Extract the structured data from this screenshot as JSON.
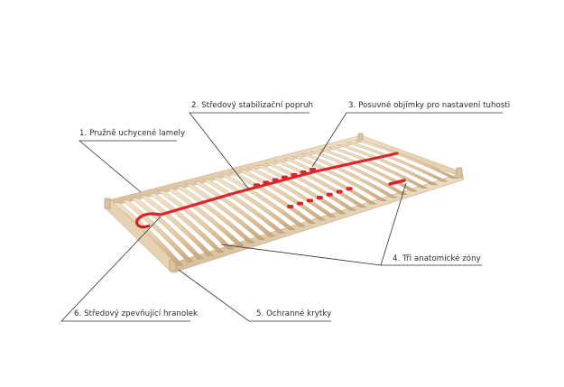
{
  "diagram": {
    "subject": "slatted bed base (lamelový rošt)",
    "colors": {
      "background": "#ffffff",
      "wood_light": "#ecd9bd",
      "wood_mid": "#d9bf98",
      "wood_dark": "#b99a72",
      "strap_red": "#d8262c",
      "leader_line": "#333333",
      "label_text": "#2a2a2a"
    },
    "callouts": [
      {
        "id": 1,
        "label": "1. Pružně uchycené lamely"
      },
      {
        "id": 2,
        "label": "2. Středový stabilizační  popruh"
      },
      {
        "id": 3,
        "label": "3. Posuvné objímky pro nastavení tuhosti"
      },
      {
        "id": 4,
        "label": "4. Tři anatomické zóny"
      },
      {
        "id": 5,
        "label": "5. Ochranné krytky"
      },
      {
        "id": 6,
        "label": "6. Středový zpevňující hranolek"
      }
    ]
  }
}
